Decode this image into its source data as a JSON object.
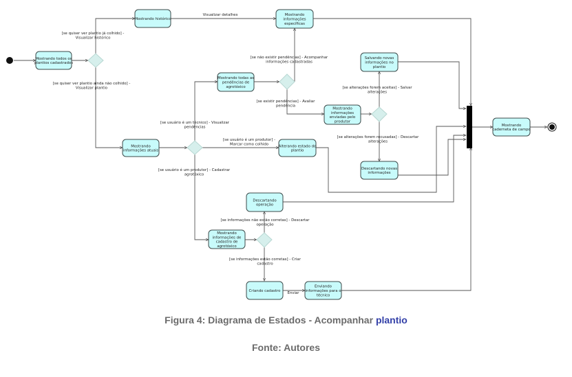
{
  "states": {
    "s_plantios": [
      "Mostrando todos os",
      "plantios cadastrados"
    ],
    "s_historico": [
      "Mostrando histórico"
    ],
    "s_especificas": [
      "Mostrando",
      "informações",
      "específicas"
    ],
    "s_pendencias": [
      "Mostrando todas as",
      "pendências de",
      "agrotóxico"
    ],
    "s_salvando": [
      "Salvando novas",
      "informações no",
      "plantio"
    ],
    "s_enviadas": [
      "Mostrando",
      "informações",
      "enviadas pelo",
      "produtor"
    ],
    "s_atuais": [
      "Mostrando",
      "informações atuais"
    ],
    "s_alterando": [
      "Alterando estado do",
      "plantio"
    ],
    "s_descartando_info": [
      "Descartando novas",
      "informações"
    ],
    "s_caderno": [
      "Mostrando",
      "caderneta de campo"
    ],
    "s_descartando_op": [
      "Descartando",
      "operação"
    ],
    "s_cadastro": [
      "Mostrando",
      "informações de",
      "cadastro de",
      "agrotóxico"
    ],
    "s_criando": [
      "Criando cadastro"
    ],
    "s_enviando": [
      "Enviando",
      "informações para o",
      "técnico"
    ]
  },
  "labels": {
    "l_visualizar": [
      "Visualizar detalhes"
    ],
    "l_colhido": [
      "[se quiser ver plantio já colhido] -",
      "Visualizar histórico"
    ],
    "l_nao_colhido": [
      "[se quiser ver plantio ainda não colhido] -",
      "Visualizar plantio"
    ],
    "l_sem_pend": [
      "[se não existir pendências] - Acompanhar",
      "informações cadastradas"
    ],
    "l_com_pend": [
      "[se existir pendências] - Avaliar",
      "pendência"
    ],
    "l_aceitas": [
      "[se alterações forem aceitas] - Salvar",
      "alterações"
    ],
    "l_recusadas": [
      "[se alterações forem recusadas] - Descartar",
      "alterações"
    ],
    "l_tecnico": [
      "[se usuário é um técnico] - Visualizar",
      "pendências"
    ],
    "l_produtor_colhido": [
      "[se usuário é um produtor] -",
      "Marcar como colhido"
    ],
    "l_produtor_cad": [
      "[se usuário é um produtor] - Cadastrar",
      "agrotóxico"
    ],
    "l_incorretas": [
      "[se informações não estão corretas] - Descartar",
      "operação"
    ],
    "l_corretas": [
      "[se informações estão corretas] - Criar",
      "cadastro"
    ],
    "l_enviar": [
      "Enviar"
    ]
  },
  "caption": {
    "figure_text": "Figura 4: Diagrama de Estados - Acompanhar ",
    "figure_link": "plantio",
    "source": "Fonte: Autores"
  },
  "colors": {
    "state_fill": "#c8fbfb",
    "diamond_fill": "#d6efec",
    "link": "#3340a8",
    "caption": "#6b6b6b"
  }
}
